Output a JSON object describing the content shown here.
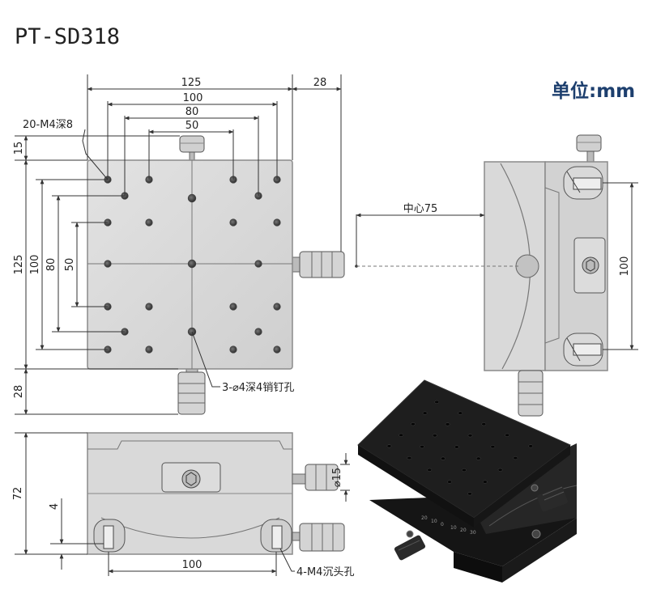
{
  "title": "PT-SD318",
  "unit_label": "单位:mm",
  "top_view": {
    "dims_horizontal": [
      "125",
      "100",
      "80",
      "50",
      "28"
    ],
    "dims_vertical": [
      "15",
      "125",
      "100",
      "80",
      "50",
      "28"
    ],
    "callout_holes": "20-M4深8",
    "callout_pins": "3-⌀4深4销钉孔"
  },
  "side_view": {
    "center_label": "中心75",
    "dim_vertical": "100"
  },
  "front_view": {
    "dim_height": "72",
    "dim_small": "4",
    "dim_knob": "⌀15",
    "dim_bottom": "100",
    "callout_holes": "4-M4沉头孔"
  },
  "photo": {
    "scale_marks": [
      "20",
      "10",
      "0",
      "10",
      "20",
      "30"
    ]
  },
  "colors": {
    "plate": "#d9d9d9",
    "plate_edge": "#8a8a8a",
    "dimension_line": "#333333",
    "hole": "#3a3a3a",
    "unit_text": "#1d3f6e",
    "anodized": "#1e1e1e"
  }
}
